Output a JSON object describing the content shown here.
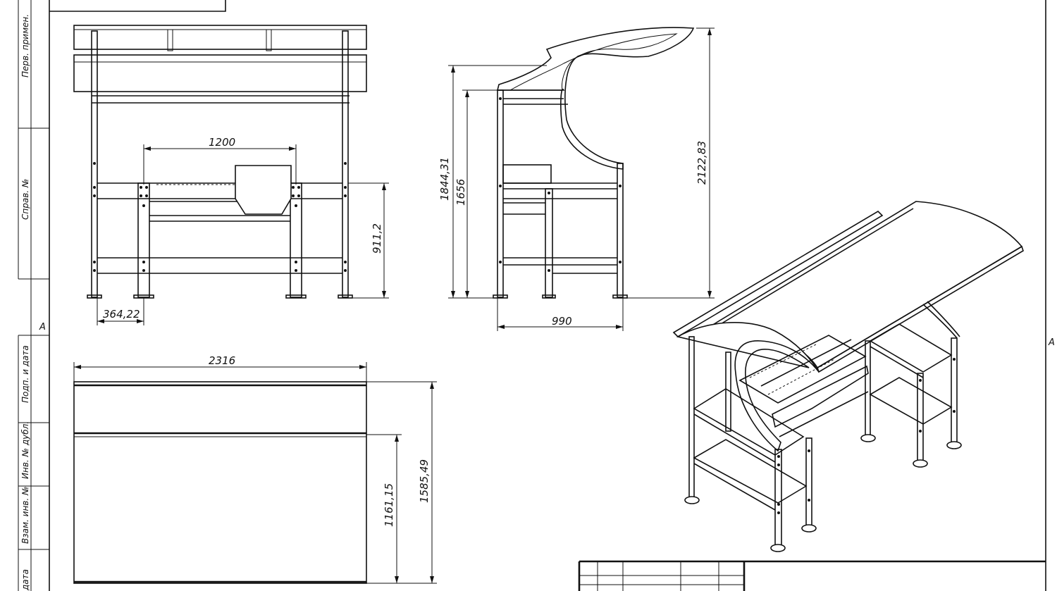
{
  "side_stamp": {
    "labels": [
      "Перв. примен.",
      "Справ. №",
      "Подп. и дата",
      "Инв. № дубл.",
      "Взам. инв. №",
      "дата"
    ]
  },
  "zone_marks": {
    "left": "А",
    "right": "А"
  },
  "dimensions": {
    "front_width": "1200",
    "front_height": "911,2",
    "front_offset": "364,22",
    "side_height_outer": "1844,31",
    "side_height_inner": "1656",
    "side_total_height": "2122,83",
    "side_depth": "990",
    "plan_width": "2316",
    "plan_depth_inner": "1161,15",
    "plan_depth_outer": "1585,49"
  }
}
